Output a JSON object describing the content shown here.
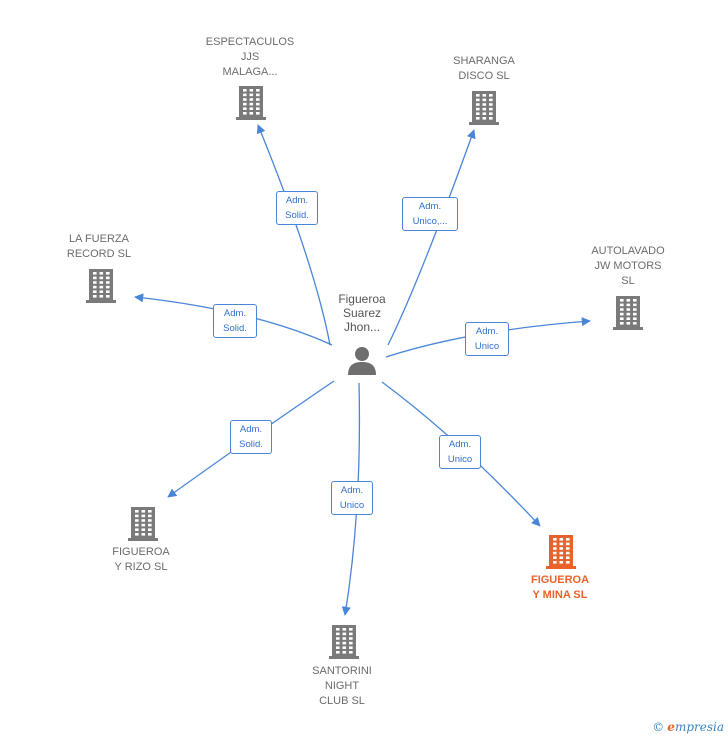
{
  "person": {
    "name": "Figueroa\nSuarez\nJhon..."
  },
  "companies": [
    {
      "id": "espectaculos",
      "label": "ESPECTACULOS\nJJS\nMALAGA...",
      "role": "Adm.\nSolid.",
      "highlight": false
    },
    {
      "id": "sharanga",
      "label": "SHARANGA\nDISCO SL",
      "role": "Adm.\nUnico,...",
      "highlight": false
    },
    {
      "id": "la-fuerza",
      "label": "LA FUERZA\nRECORD  SL",
      "role": "Adm.\nSolid.",
      "highlight": false
    },
    {
      "id": "autolavado",
      "label": "AUTOLAVADO\nJW MOTORS\nSL",
      "role": "Adm.\nUnico",
      "highlight": false
    },
    {
      "id": "figueroa-rizo",
      "label": "FIGUEROA\nY RIZO  SL",
      "role": "Adm.\nSolid.",
      "highlight": false
    },
    {
      "id": "santorini",
      "label": "SANTORINI\nNIGHT\nCLUB  SL",
      "role": "Adm.\nUnico",
      "highlight": false
    },
    {
      "id": "figueroa-mina",
      "label": "FIGUEROA\nY MINA  SL",
      "role": "Adm.\nUnico",
      "highlight": true
    }
  ],
  "colors": {
    "edge": "#4a86d8",
    "building": "#7a7a7a",
    "highlight": "#e8632b",
    "person": "#6e6e6e"
  },
  "brand": {
    "copyright": "©",
    "e": "e",
    "rest": "mpresia"
  }
}
